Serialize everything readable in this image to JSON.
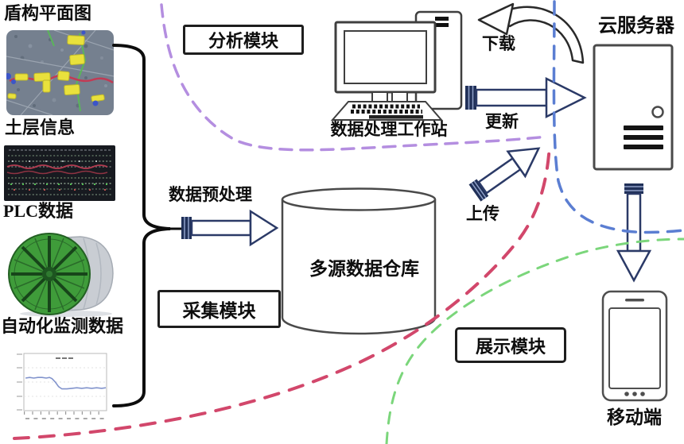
{
  "colors": {
    "purple_dash": "#b48ee0",
    "blue_dash": "#5b7ed2",
    "red_dash": "#d2476b",
    "green_dash": "#7bd67b",
    "arrow_outline": "#2b3a67",
    "arrow_cap": "#203058",
    "box_border": "#1e1e1e",
    "line_black": "#0d0d0d"
  },
  "data_sources": {
    "shield_plan": "盾构平面图",
    "soil_info": "土层信息",
    "plc_data": "PLC数据",
    "auto_monitoring": "自动化监测数据"
  },
  "modules": {
    "analysis": "分析模块",
    "collection": "采集模块",
    "display": "展示模块"
  },
  "nodes": {
    "workstation": "数据处理工作站",
    "warehouse": "多源数据仓库",
    "cloud_server": "云服务器",
    "mobile": "移动端"
  },
  "flows": {
    "preprocess": "数据预处理",
    "download": "下载",
    "update": "更新",
    "upload": "上传"
  },
  "monitoring_chart": {
    "type": "line",
    "points": [
      [
        0.02,
        0.43
      ],
      [
        0.07,
        0.42
      ],
      [
        0.12,
        0.43
      ],
      [
        0.17,
        0.42
      ],
      [
        0.22,
        0.42
      ],
      [
        0.27,
        0.43
      ],
      [
        0.31,
        0.42
      ],
      [
        0.34,
        0.44
      ],
      [
        0.38,
        0.5
      ],
      [
        0.42,
        0.58
      ],
      [
        0.46,
        0.62
      ],
      [
        0.52,
        0.62
      ],
      [
        0.58,
        0.61
      ],
      [
        0.64,
        0.6
      ],
      [
        0.7,
        0.61
      ],
      [
        0.76,
        0.6
      ],
      [
        0.82,
        0.61
      ],
      [
        0.88,
        0.6
      ],
      [
        0.94,
        0.61
      ],
      [
        0.99,
        0.6
      ]
    ]
  }
}
